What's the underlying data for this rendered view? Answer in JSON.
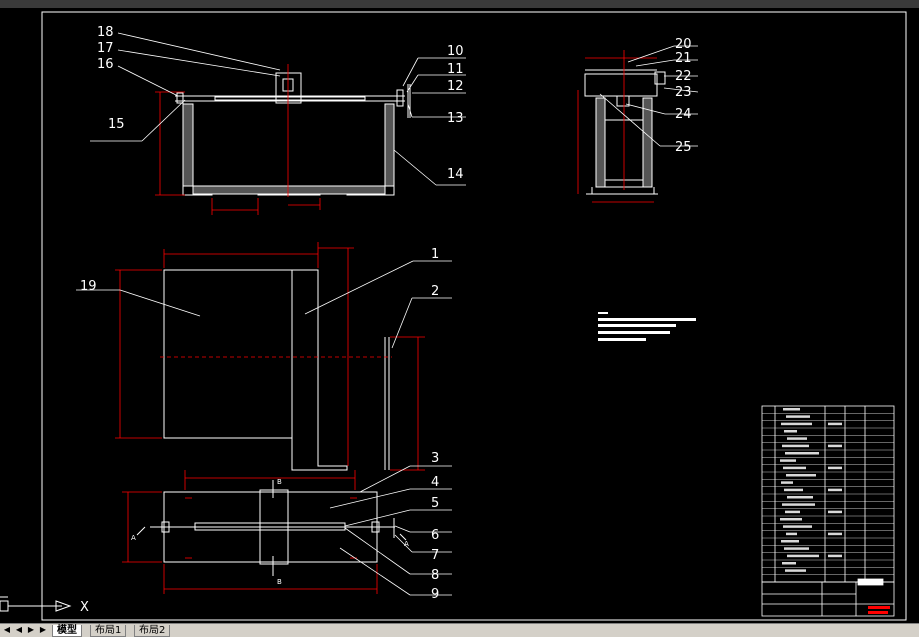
{
  "callouts": {
    "c1": "1",
    "c2": "2",
    "c3": "3",
    "c4": "4",
    "c5": "5",
    "c6": "6",
    "c7": "7",
    "c8": "8",
    "c9": "9",
    "c10": "10",
    "c11": "11",
    "c12": "12",
    "c13": "13",
    "c14": "14",
    "c15": "15",
    "c16": "16",
    "c17": "17",
    "c18": "18",
    "c19": "19",
    "c20": "20",
    "c21": "21",
    "c22": "22",
    "c23": "23",
    "c24": "24",
    "c25": "25"
  },
  "section_marks": {
    "a_left": "A",
    "a_right": "A",
    "b_top": "B",
    "b_bottom": "B"
  },
  "layout_tabs": {
    "model": "模型",
    "layout1": "布局1",
    "layout2": "布局2"
  },
  "ucs": {
    "x_label": "X"
  },
  "colors": {
    "background": "#000000",
    "geometry": "#ffffff",
    "dimension": "#ff0000",
    "frame": "#ffffff"
  }
}
